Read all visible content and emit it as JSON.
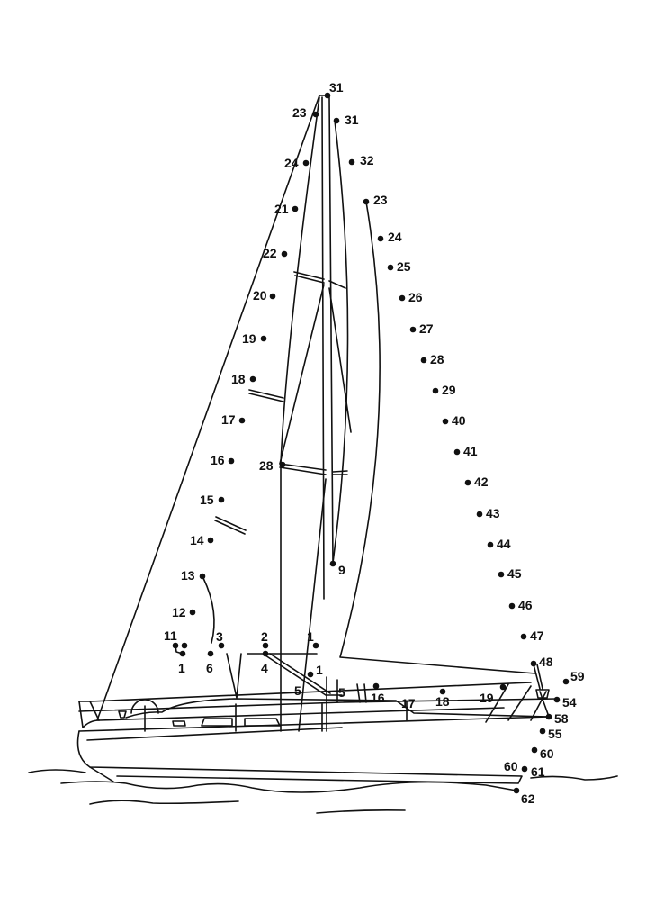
{
  "dots": [
    {
      "label": "31"
    },
    {
      "label": "23"
    },
    {
      "label": "31"
    },
    {
      "label": "24"
    },
    {
      "label": "32"
    },
    {
      "label": "21"
    },
    {
      "label": "23"
    },
    {
      "label": "24"
    },
    {
      "label": "22"
    },
    {
      "label": "25"
    },
    {
      "label": "20"
    },
    {
      "label": "26"
    },
    {
      "label": "27"
    },
    {
      "label": "19"
    },
    {
      "label": "28"
    },
    {
      "label": "18"
    },
    {
      "label": "29"
    },
    {
      "label": "17"
    },
    {
      "label": "40"
    },
    {
      "label": "41"
    },
    {
      "label": "16"
    },
    {
      "label": "28"
    },
    {
      "label": "42"
    },
    {
      "label": "15"
    },
    {
      "label": "43"
    },
    {
      "label": "14"
    },
    {
      "label": "44"
    },
    {
      "label": "9"
    },
    {
      "label": "13"
    },
    {
      "label": "45"
    },
    {
      "label": "12"
    },
    {
      "label": "46"
    },
    {
      "label": "47"
    },
    {
      "label": "11"
    },
    {
      "label": "1"
    },
    {
      "label": "3"
    },
    {
      "label": "6"
    },
    {
      "label": "2"
    },
    {
      "label": "4"
    },
    {
      "label": "1"
    },
    {
      "label": "1"
    },
    {
      "label": "5"
    },
    {
      "label": "5"
    },
    {
      "label": "16"
    },
    {
      "label": "17"
    },
    {
      "label": "18"
    },
    {
      "label": "19"
    },
    {
      "label": "48"
    },
    {
      "label": "59"
    },
    {
      "label": "54"
    },
    {
      "label": "58"
    },
    {
      "label": "55"
    },
    {
      "label": "60"
    },
    {
      "label": "60"
    },
    {
      "label": "61"
    },
    {
      "label": "62"
    }
  ]
}
